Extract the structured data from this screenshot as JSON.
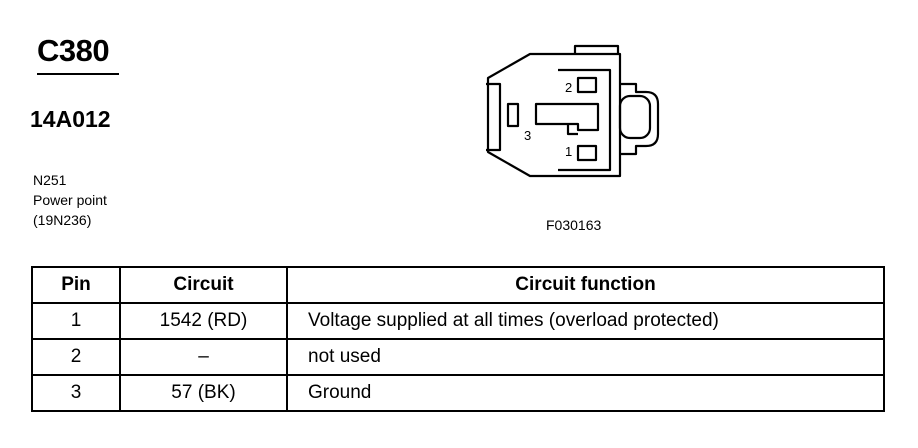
{
  "connector": {
    "title": "C380",
    "part_number": "14A012",
    "description_lines": [
      "N251",
      "Power point",
      "(19N236)"
    ],
    "figure_id": "F030163",
    "pin_labels": [
      "1",
      "2",
      "3"
    ]
  },
  "table": {
    "headers": [
      "Pin",
      "Circuit",
      "Circuit function"
    ],
    "rows": [
      {
        "pin": "1",
        "circuit": "1542 (RD)",
        "function": "Voltage supplied at all times (overload protected)"
      },
      {
        "pin": "2",
        "circuit": "–",
        "function": "not used"
      },
      {
        "pin": "3",
        "circuit": "57 (BK)",
        "function": "Ground"
      }
    ]
  }
}
